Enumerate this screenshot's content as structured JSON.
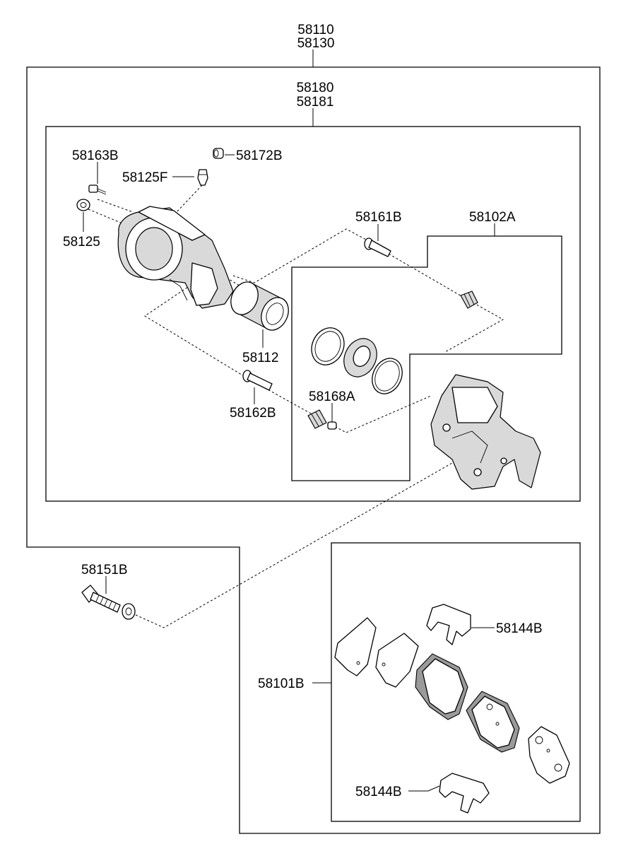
{
  "diagram": {
    "labels": {
      "top1": "58110",
      "top2": "58130",
      "mid1": "58180",
      "mid2": "58181",
      "p58163B": "58163B",
      "p58172B": "58172B",
      "p58125F": "58125F",
      "p58125": "58125",
      "p58161B": "58161B",
      "p58102A": "58102A",
      "p58112": "58112",
      "p58168A": "58168A",
      "p58162B": "58162B",
      "p58151B": "58151B",
      "p58144B_top": "58144B",
      "p58101B": "58101B",
      "p58144B_bottom": "58144B"
    }
  }
}
